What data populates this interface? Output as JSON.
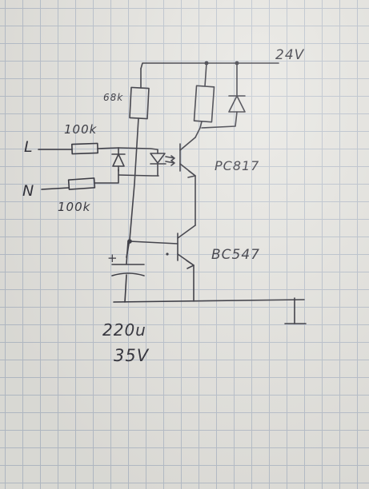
{
  "labels": {
    "supply": "24V",
    "resistor_top": "68k",
    "line": "L",
    "neutral": "N",
    "resistor_l": "100k",
    "resistor_n": "100k",
    "optocoupler": "PC817",
    "transistor": "BC547",
    "cap_plus": "+",
    "cap_value": "220u",
    "cap_voltage": "35V"
  }
}
